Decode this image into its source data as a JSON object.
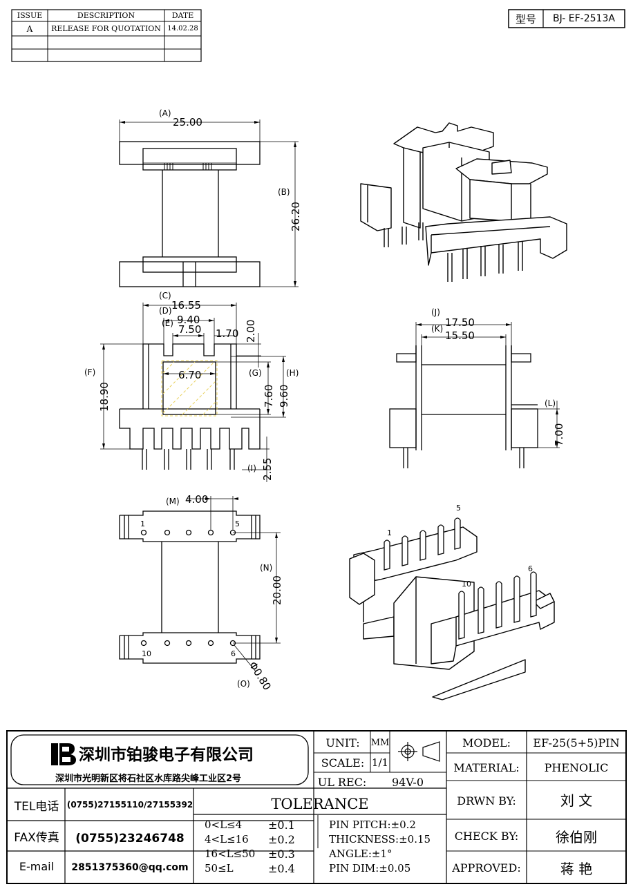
{
  "revision_table": {
    "headers": [
      "ISSUE",
      "DESCRIPTION",
      "DATE"
    ],
    "rows": [
      [
        "A",
        "RELEASE FOR QUOTATION",
        "14.02.28"
      ],
      [
        "",
        "",
        ""
      ],
      [
        "",
        "",
        ""
      ]
    ]
  },
  "model_box": {
    "label": "型号",
    "value": "BJ- EF-2513A"
  },
  "front_view": {
    "a_tag": "(A)",
    "a_val": "25.00",
    "b_tag": "(B)",
    "b_val": "26.20"
  },
  "side_view": {
    "c_tag": "(C)",
    "c_val": "16.55",
    "d_tag": "(D)",
    "d_val": "9.40",
    "e_tag": "(E)",
    "e_val": "7.50",
    "dim_170": "1.70",
    "dim_200": "2.00",
    "dim_670": "6.70",
    "f_tag": "(F)",
    "f_val": "18.90",
    "g_tag": "(G)",
    "g_val": "7.60",
    "h_tag": "(H)",
    "h_val": "9.60",
    "i_tag": "(I)",
    "i_val": "2.55"
  },
  "end_view": {
    "j_tag": "(J)",
    "j_val": "17.50",
    "k_tag": "(K)",
    "k_val": "15.50",
    "l_tag": "(L)",
    "l_val": "7.00"
  },
  "bottom_view": {
    "m_tag": "(M)",
    "m_val": "4.00",
    "n_tag": "(N)",
    "n_val": "20.00",
    "o_tag": "(O)",
    "o_val": "Φ0.80",
    "pin1": "1",
    "pin5": "5",
    "pin10": "10",
    "pin6": "6"
  },
  "iso_bottom_pins": {
    "p1": "1",
    "p5": "5",
    "p6": "6",
    "p10": "10"
  },
  "title_block": {
    "company": "深圳市铂骏电子有限公司",
    "address": "深圳市光明新区将石社区水库路尖峰工业区2号",
    "unit_label": "UNIT:",
    "unit_value": "MM",
    "scale_label": "SCALE:",
    "scale_value": "1/1",
    "ulrec_label": "UL REC:",
    "ulrec_value": "94V-0",
    "model_label": "MODEL:",
    "model_value": "EF-25(5+5)PIN",
    "material_label": "MATERIAL:",
    "material_value": "PHENOLIC",
    "drawn_label": "DRWN BY:",
    "drawn_value": "刘  文",
    "check_label": "CHECK BY:",
    "check_value": "徐伯刚",
    "approved_label": "APPROVED:",
    "approved_value": "蒋  艳",
    "tel_label": "TEL电话",
    "tel_value": "(0755)27155110/27155392",
    "fax_label": "FAX传真",
    "fax_value": "(0755)23246748",
    "email_label": "E-mail",
    "email_value": "2851375360@qq.com",
    "tolerance_title": "TOLERANCE",
    "tol_ranges": [
      "0<L≤4",
      "4<L≤16",
      "16<L≤50",
      "50≤L"
    ],
    "tol_values": [
      "±0.1",
      "±0.2",
      "±0.3",
      "±0.4"
    ],
    "pin_pitch": "PIN PITCH:±0.2",
    "thickness": "THICKNESS:±0.15",
    "angle": "ANGLE:±1°",
    "pin_dim": "PIN DIM:±0.05"
  }
}
